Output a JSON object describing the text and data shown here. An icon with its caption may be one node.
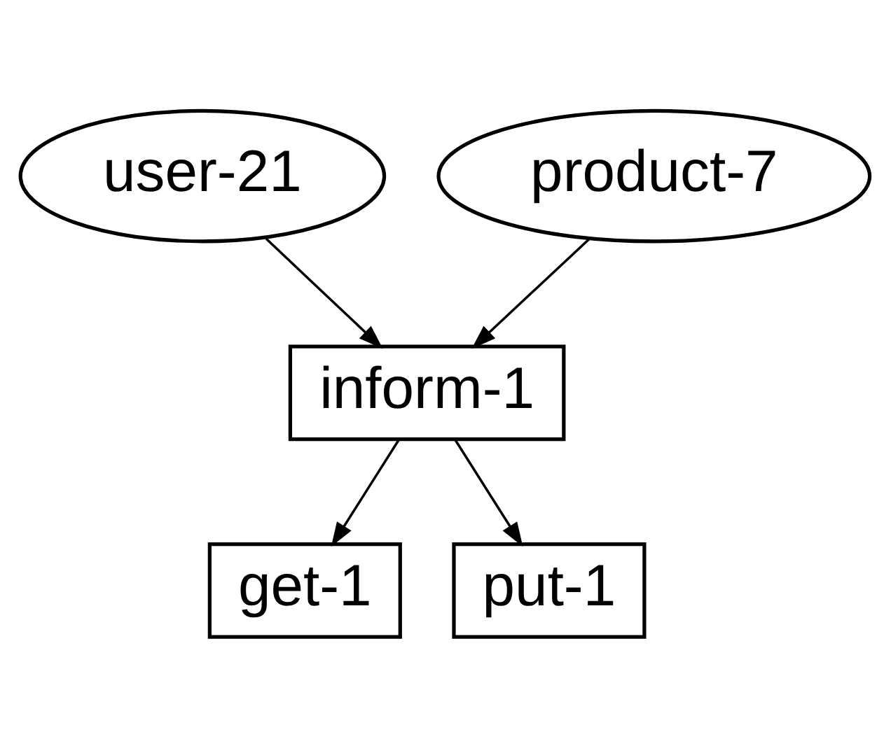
{
  "diagram": {
    "nodes": [
      {
        "text": [
          "user-21"
        ]
      },
      {
        "text": [
          "product-7"
        ]
      },
      {
        "text": [
          "inform-1"
        ]
      },
      {
        "text": [
          "get-1"
        ]
      },
      {
        "text": [
          "put-1"
        ]
      }
    ],
    "edges": [
      {
        "from": 0,
        "to": 2,
        "arrow": "to"
      },
      {
        "from": 1,
        "to": 2,
        "arrow": "to"
      },
      {
        "from": 2,
        "to": 3,
        "arrow": "to"
      },
      {
        "from": 2,
        "to": 4,
        "arrow": "to"
      }
    ]
  }
}
